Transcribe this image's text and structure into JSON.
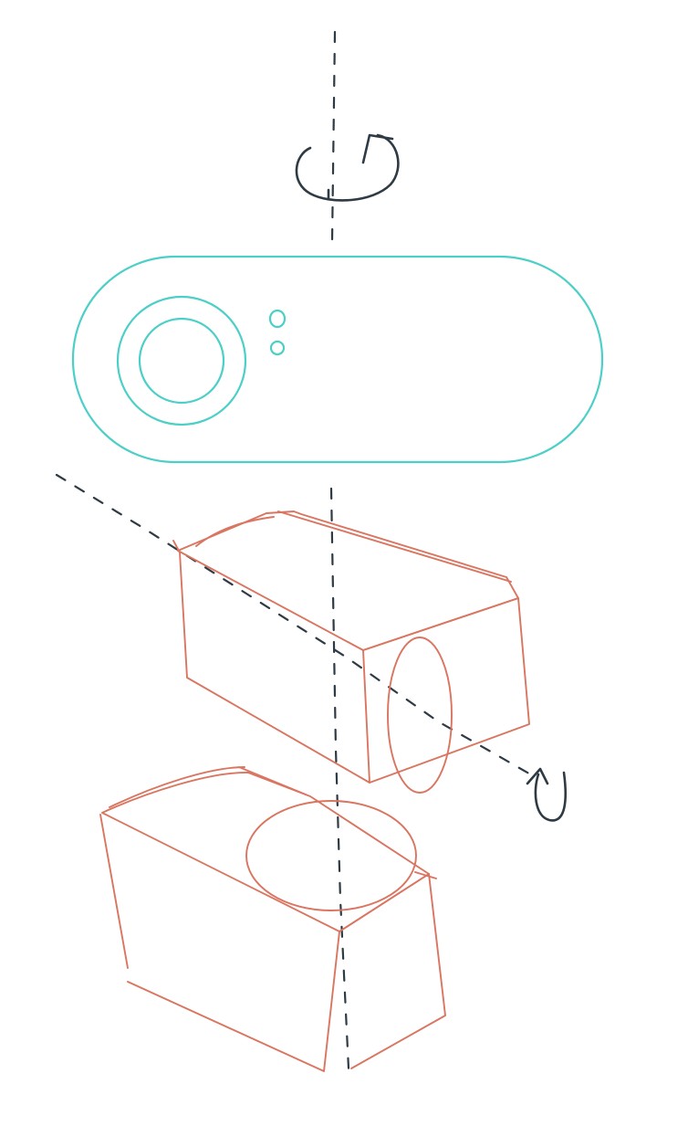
{
  "colors": {
    "background": "#ffffff",
    "axis": "#2e3a44",
    "device_outline": "#4ccfc7",
    "block_outline": "#d97560"
  },
  "elements": {
    "vertical_axis": {
      "style": "dashed"
    },
    "horizontal_axis": {
      "style": "dashed"
    },
    "rotation_arrow_vertical": {
      "icon": "rotate-arrow-icon"
    },
    "rotation_arrow_horizontal": {
      "icon": "rotate-arrow-icon"
    },
    "device": {
      "shape": "rounded-capsule",
      "lens_rings": 2,
      "small_dots": 2
    },
    "upper_block": {
      "shape": "box",
      "ellipse_face": "front"
    },
    "lower_block": {
      "shape": "box",
      "ellipse_face": "top"
    }
  }
}
